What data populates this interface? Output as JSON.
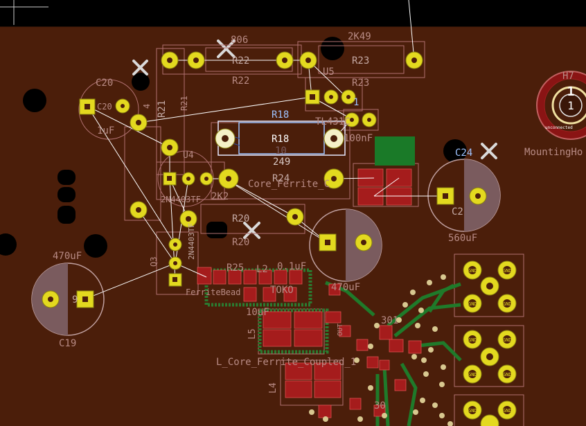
{
  "colors": {
    "board": "#4b1e0a",
    "background": "#000000",
    "pad": "#e3d91f",
    "copper": "#a51c1c",
    "silk": "#b6a4a0",
    "fab": "#c08080",
    "ratsnest": "#ffffff",
    "selection": "#e8e8ff",
    "track": "#1f7a2a"
  },
  "labels": {
    "r806": "806",
    "r2k49": "2K49",
    "r22a": "R22",
    "r22b": "R22",
    "r23a": "R23",
    "r23b": "R23",
    "u5": "U5",
    "c20a": "C20",
    "c20b": "C20",
    "c20v": "1uF",
    "r21a": "R21",
    "r21b": "R21",
    "r18a": "R18",
    "r18b": "R18",
    "r10": "10",
    "r249": "249",
    "tl": "TL431C",
    "c1": "1",
    "c100n": "100nF",
    "u4": "U4",
    "pn2n": "2N4403TF",
    "core1": "Core_Ferrite_C",
    "r24": "R24",
    "r2k2": "2K2",
    "r20a": "R20",
    "r20b": "R20",
    "c24a": "C24",
    "c24b": "C2",
    "c560": "560uF",
    "h7": "H7",
    "mnt": "MountingHo",
    "unconn": "unconnected",
    "c470a": "470uF",
    "c470b": "470uF",
    "c19": "C19",
    "c19n": "9",
    "q3": "Q3",
    "r25": "R25",
    "l2": "L2",
    "c01": "0.1uF",
    "c10u": "10uF",
    "l5": "L5",
    "core2": "L_Core_Ferrite_Coupled_1",
    "l4": "L4",
    "fn": "FerriteBead",
    "n301": "301",
    "n30": "30",
    "gnd": "GND",
    "mh1": "1",
    "pad4": "4",
    "ic2n4": "2N4403TF",
    "tokt": "TOKO",
    "out": "OUT"
  }
}
